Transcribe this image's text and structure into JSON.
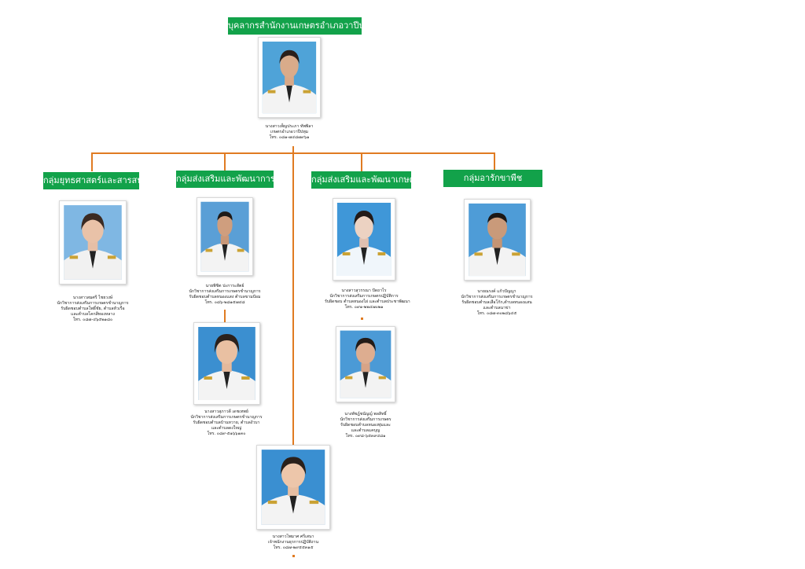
{
  "title": "บุคลากรสำนักงานเกษตรอำเภอวาปีปทุม",
  "chief": {
    "name": "นางสาวเพ็ญประภา ทัพพิลา",
    "position": "เกษตรอำเภอวาปีปทุม",
    "phone": "โทร. ๐๘๑-๗๔๘๗๙๖๑"
  },
  "groups": [
    {
      "label": "กลุ่มยุทธศาสตร์และสารสนเทศ"
    },
    {
      "label": "กลุ่มส่งเสริมและพัฒนาการผลิต"
    },
    {
      "label": "กลุ่มส่งเสริมและพัฒนาเกษตรกร"
    },
    {
      "label": "กลุ่มอารักขาพืช"
    }
  ],
  "staff": {
    "g1_1": {
      "lines": [
        "นางสาวสมศรี ไชยวงษ์",
        "นักวิชาการส่งเสริมการเกษตรชำนาญการ",
        "รับผิดชอบตำบลโพธิ์ชัย, ตำบลหัวเรือ",
        "และตำบลโคกสีทองหลาง",
        "โทร. ๐๘๗-๔๖๕๒๑๘๐"
      ]
    },
    "g2_1": {
      "lines": [
        "นายพิชิต ปะการะสัตย์",
        "นักวิชาการส่งเสริมการเกษตรชำนาญการ",
        "รับผิดชอบตำบลหนองแสง ตำบลขามป้อม",
        "โทร. ๐๘๖-๒๘๑๕๗๔๘"
      ]
    },
    "g2_2": {
      "lines": [
        "นางสาวสุภาวดี เดชเทพย์",
        "นักวิชาการส่งเสริมการเกษตรชำนาญการ",
        "รับผิดชอบตำบลบ้านหวาย, ตำบลงัวบา",
        "และตำบลดงใหญ่",
        "โทร. ๐๘๙-๕๑๖๖๑๓๐"
      ]
    },
    "g3_1": {
      "lines": [
        "นางสาวสุวรรณา ปัดถาไร",
        "นักวิชาการส่งเสริมการเกษตรปฏิบัติการ",
        "รับผิดชอบ ตำบลหนองไผ่ และตำบลประชาพัฒนา",
        "โทร. ๐๙๑-๒๒๔๗๐๒๑"
      ]
    },
    "g3_2": {
      "lines": [
        "นางพัชฎ์ชนัญญ์ พลสิทธิ์",
        "นักวิชาการส่งเสริมการเกษตร",
        "รับผิดชอบตำบลหนองทุ่มและ",
        "และตำบลแคบุญ",
        "โทร. ๐๙๘-๖๕๓๙๔๘๑"
      ]
    },
    "g4_1": {
      "lines": [
        "นายณรงค์ แก้วปัญญา",
        "นักวิชาการส่งเสริมการเกษตรชำนาญการ",
        "รับผิดชอบตำบลเสือโก้ก,ตำบลหนองแสน",
        "และตำบลนาข่า",
        "โทร. ๐๘๗-๓๐๒๘๖๔๕"
      ]
    },
    "bottom": {
      "lines": [
        "นางสาวไพมาศ ศรีเสนา",
        "เจ้าพนักงานธุรการปฏิบัติงาน",
        "โทร. ๐๘๗-๒๙๕๕๓๑๕"
      ]
    }
  },
  "colors": {
    "header_green": "#12a24a",
    "connector_orange": "#e07b22"
  }
}
